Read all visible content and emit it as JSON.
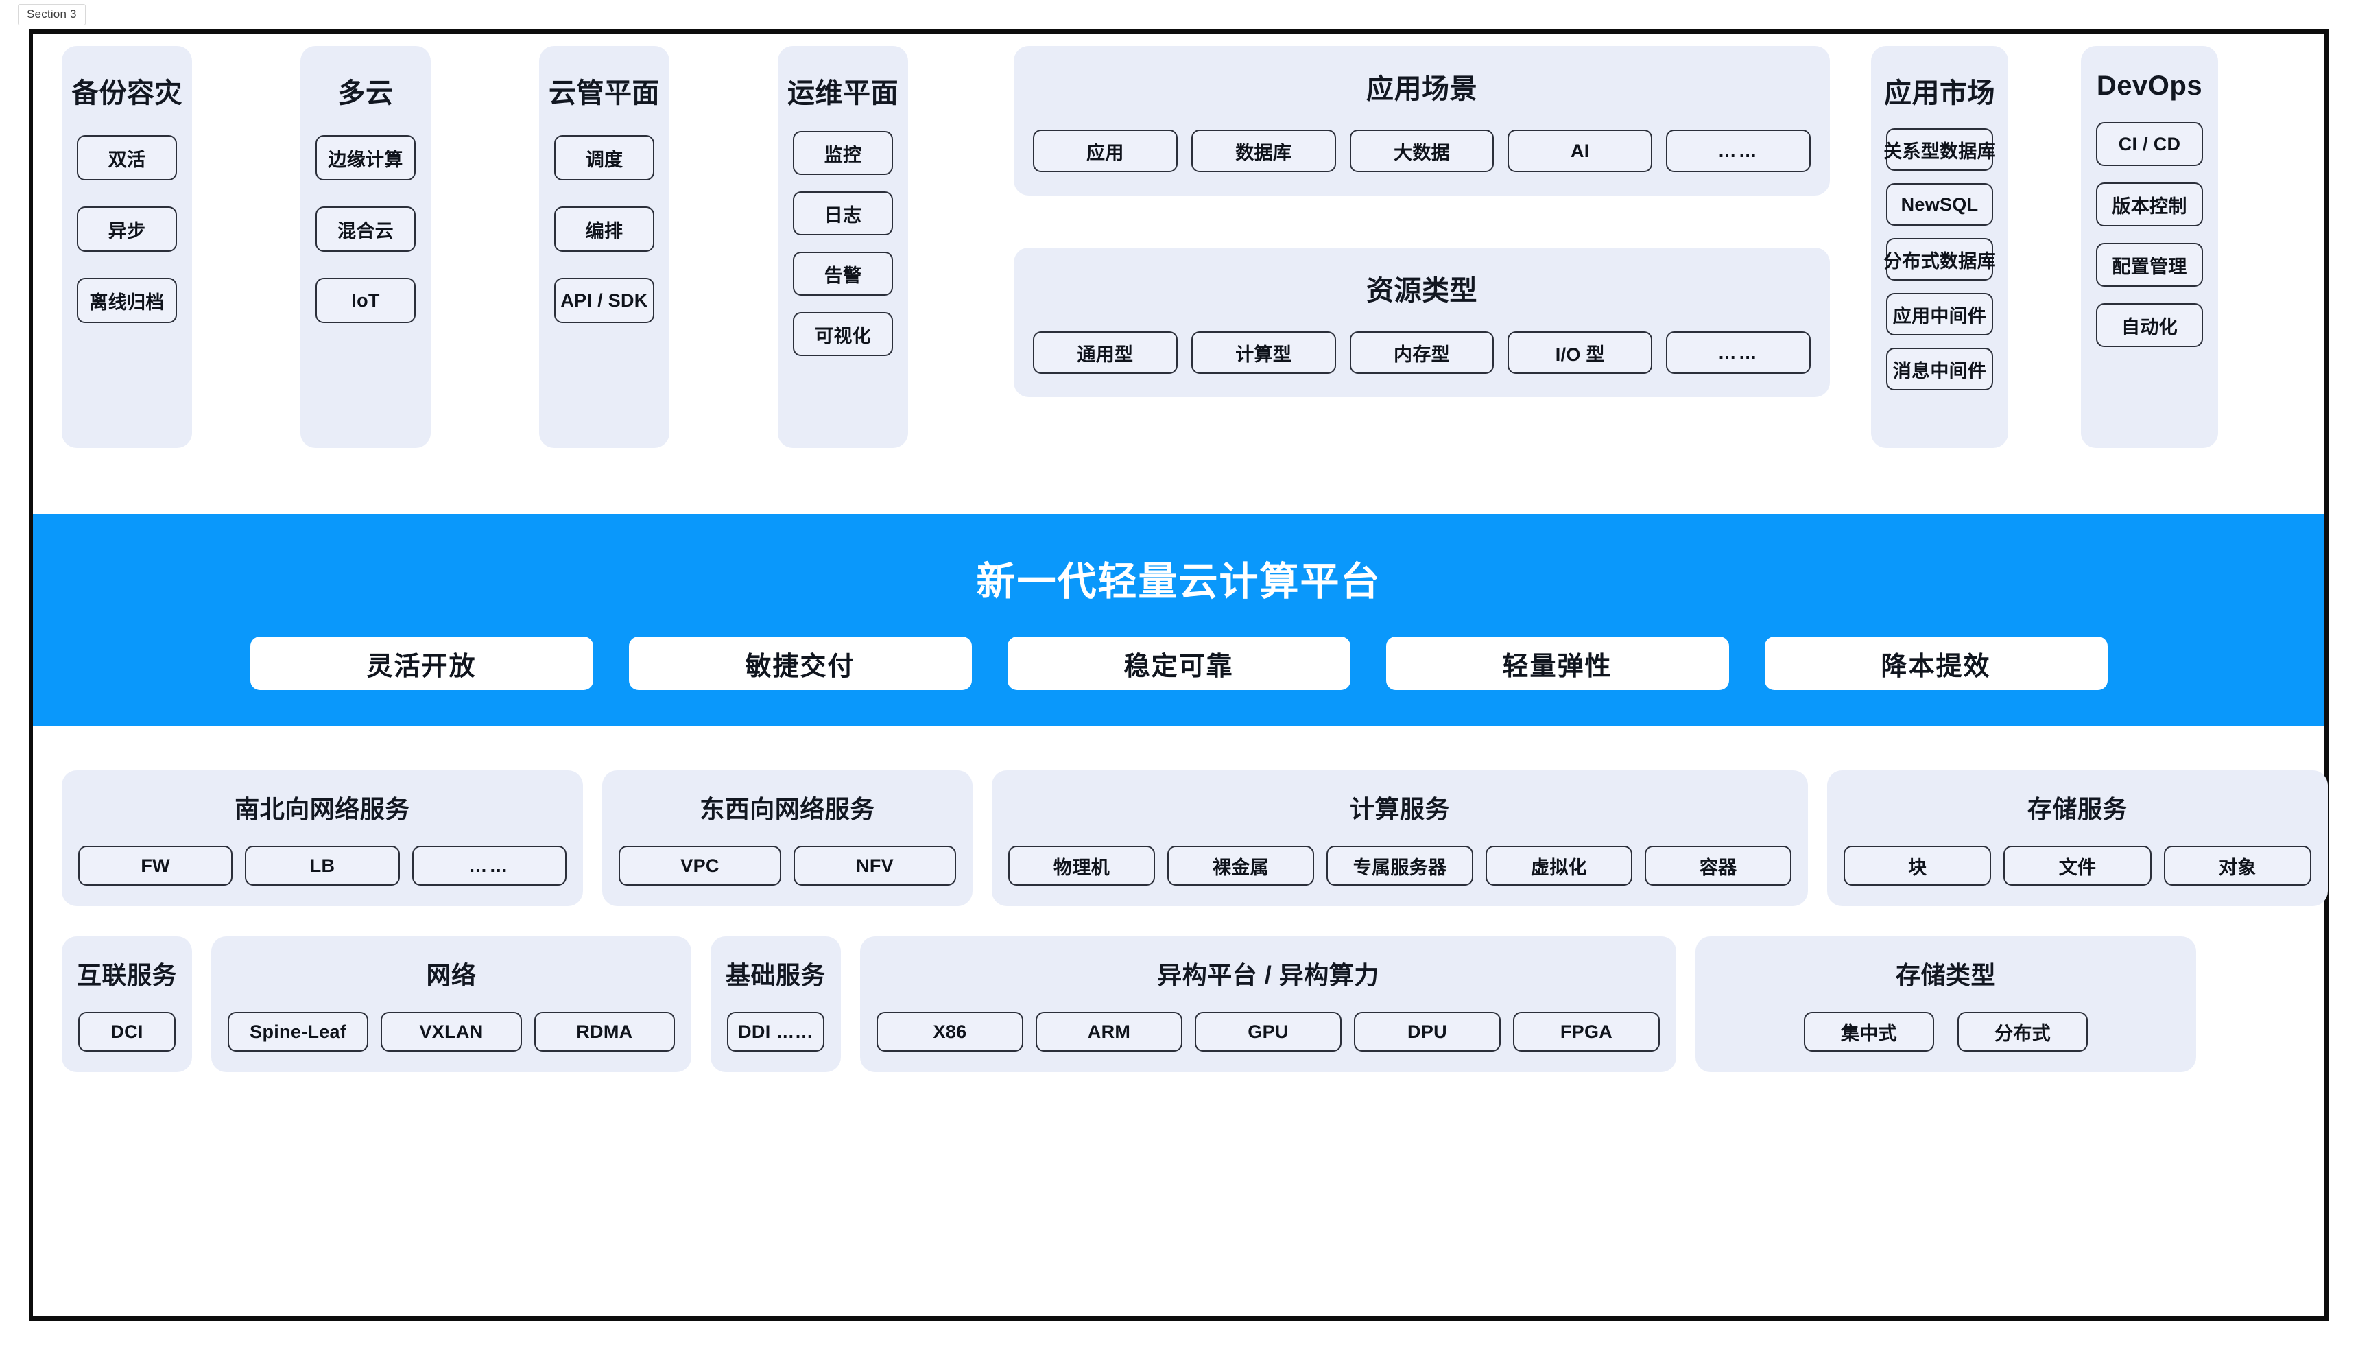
{
  "section_tab": "Section 3",
  "colors": {
    "banner_blue": "#0a98fb",
    "panel_bg": "#e9edf8",
    "pill_bg": "#eef1fa",
    "pill_border": "#2b2f3a",
    "frame_border": "#0d0d0d"
  },
  "top_band": {
    "columns": [
      {
        "title": "备份容灾",
        "items": [
          "双活",
          "异步",
          "离线归档"
        ]
      },
      {
        "title": "多云",
        "items": [
          "边缘计算",
          "混合云",
          "IoT"
        ]
      },
      {
        "title": "云管平面",
        "items": [
          "调度",
          "编排",
          "API / SDK"
        ]
      },
      {
        "title": "运维平面",
        "items": [
          "监控",
          "日志",
          "告警",
          "可视化"
        ]
      }
    ],
    "center_panels": [
      {
        "title": "应用场景",
        "items": [
          "应用",
          "数据库",
          "大数据",
          "AI",
          "……"
        ]
      },
      {
        "title": "资源类型",
        "items": [
          "通用型",
          "计算型",
          "内存型",
          "I/O 型",
          "……"
        ]
      }
    ],
    "right_columns": [
      {
        "title": "应用市场",
        "items": [
          "关系型数据库",
          "NewSQL",
          "分布式数据库",
          "应用中间件",
          "消息中间件"
        ]
      },
      {
        "title": "DevOps",
        "items": [
          "CI / CD",
          "版本控制",
          "配置管理",
          "自动化"
        ]
      }
    ]
  },
  "banner": {
    "title": "新一代轻量云计算平台",
    "pills": [
      "灵活开放",
      "敏捷交付",
      "稳定可靠",
      "轻量弹性",
      "降本提效"
    ]
  },
  "services_row": [
    {
      "title": "南北向网络服务",
      "items": [
        "FW",
        "LB",
        "……"
      ]
    },
    {
      "title": "东西向网络服务",
      "items": [
        "VPC",
        "NFV"
      ]
    },
    {
      "title": "计算服务",
      "items": [
        "物理机",
        "裸金属",
        "专属服务器",
        "虚拟化",
        "容器"
      ]
    },
    {
      "title": "存储服务",
      "items": [
        "块",
        "文件",
        "对象"
      ]
    }
  ],
  "infra_row": [
    {
      "title": "互联服务",
      "items": [
        "DCI"
      ]
    },
    {
      "title": "网络",
      "items": [
        "Spine-Leaf",
        "VXLAN",
        "RDMA"
      ]
    },
    {
      "title": "基础服务",
      "items": [
        "DDI ……"
      ]
    },
    {
      "title": "异构平台 / 异构算力",
      "items": [
        "X86",
        "ARM",
        "GPU",
        "DPU",
        "FPGA"
      ]
    },
    {
      "title": "存储类型",
      "items": [
        "集中式",
        "分布式"
      ]
    }
  ]
}
